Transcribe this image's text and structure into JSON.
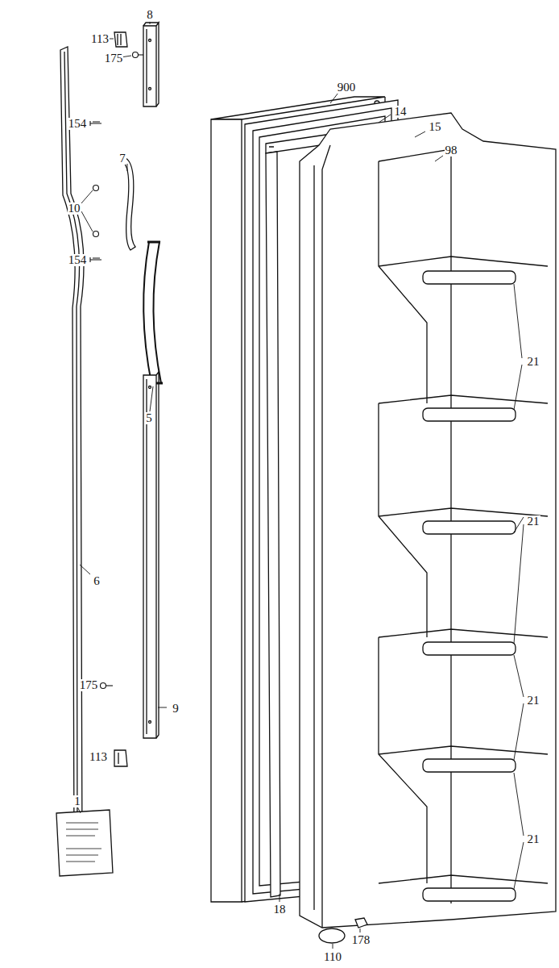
{
  "diagram": {
    "labels": [
      "113",
      "8",
      "175",
      "154",
      "7",
      "10",
      "154",
      "5",
      "6",
      "175",
      "9",
      "113",
      "1",
      "900",
      "14",
      "15",
      "98",
      "21",
      "21",
      "21",
      "21",
      "18",
      "110",
      "178"
    ]
  }
}
